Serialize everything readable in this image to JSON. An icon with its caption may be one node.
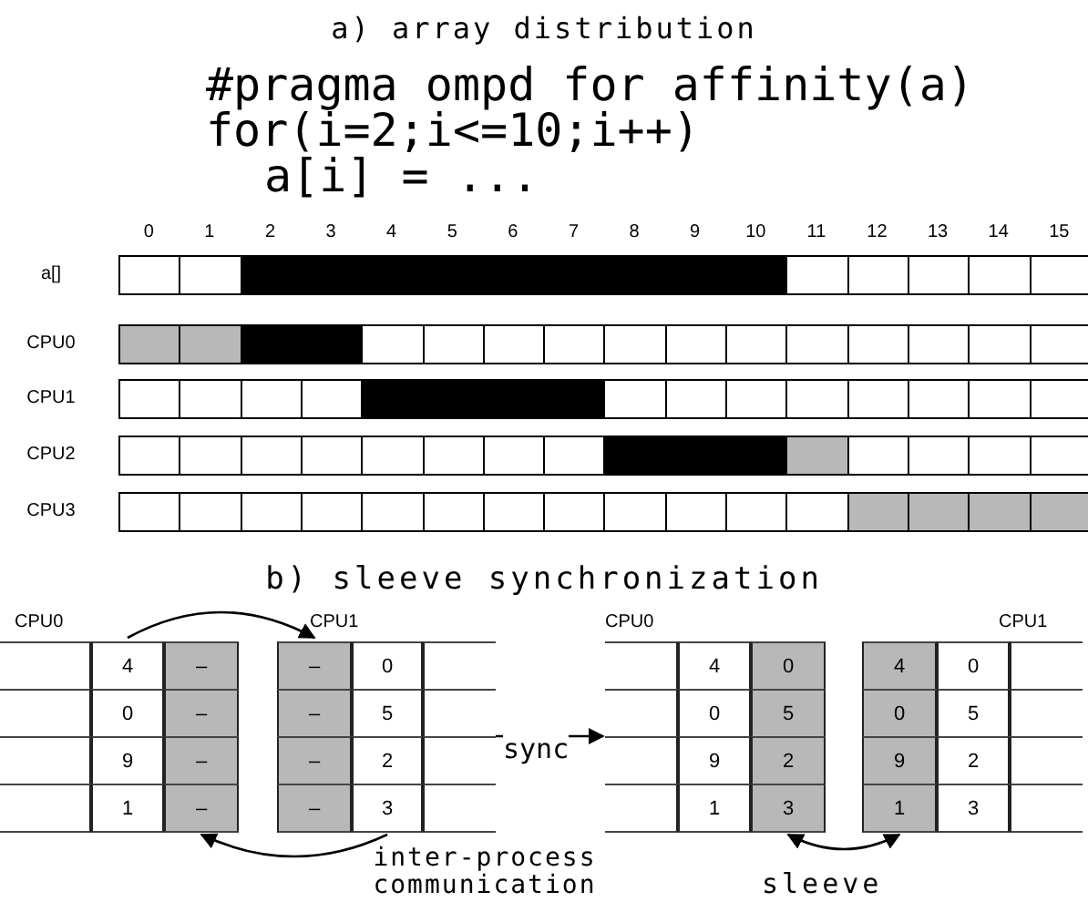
{
  "diagram": {
    "title": "a) array distribution",
    "nodes": [
      {
        "text": [],
        "shape": "bar"
      },
      {
        "text": [],
        "shape": "bar"
      },
      {
        "text": [],
        "shape": "bar"
      },
      {
        "text": [],
        "shape": "bar"
      },
      {
        "text": [],
        "shape": "bar"
      },
      {
        "text": [],
        "shape": "box"
      },
      {
        "text": [
          "4",
          "0",
          "9",
          "1"
        ]
      },
      {
        "text": [
          "–",
          "–",
          "–",
          "–"
        ]
      },
      {
        "text": [
          "–",
          "–",
          "–",
          "–"
        ]
      },
      {
        "text": [
          "0",
          "5",
          "2",
          "3"
        ]
      },
      {
        "text": [],
        "shape": "box"
      },
      {
        "text": [],
        "shape": "box"
      },
      {
        "text": [
          "4",
          "0",
          "9",
          "1"
        ]
      },
      {
        "text": [
          "0",
          "5",
          "2",
          "3"
        ]
      },
      {
        "text": [
          "4",
          "0",
          "9",
          "1"
        ]
      },
      {
        "text": [
          "0",
          "5",
          "2",
          "3"
        ]
      },
      {
        "text": [],
        "shape": "box"
      }
    ],
    "edges": [
      {
        "from": 6,
        "to": 8,
        "arrow": "to"
      },
      {
        "from": 9,
        "to": 7,
        "arrow": "to"
      },
      {
        "from": 10,
        "to": 11,
        "arrow": "to",
        "label": "sync"
      },
      {
        "from": 13,
        "to": 14,
        "arrow": "both",
        "label": "sleeve"
      }
    ],
    "labels": [
      "#pragma ompd for affinity(a)",
      "for(i=2;i<=10;i++)",
      "a[i] = ...",
      "0",
      "1",
      "2",
      "3",
      "4",
      "5",
      "6",
      "7",
      "8",
      "9",
      "10",
      "11",
      "12",
      "13",
      "14",
      "15",
      "a[]",
      "CPU0",
      "CPU1",
      "CPU2",
      "CPU3",
      "b) sleeve synchronization",
      "CPU0",
      "CPU1",
      "CPU0",
      "CPU1",
      "inter-process communication"
    ]
  }
}
